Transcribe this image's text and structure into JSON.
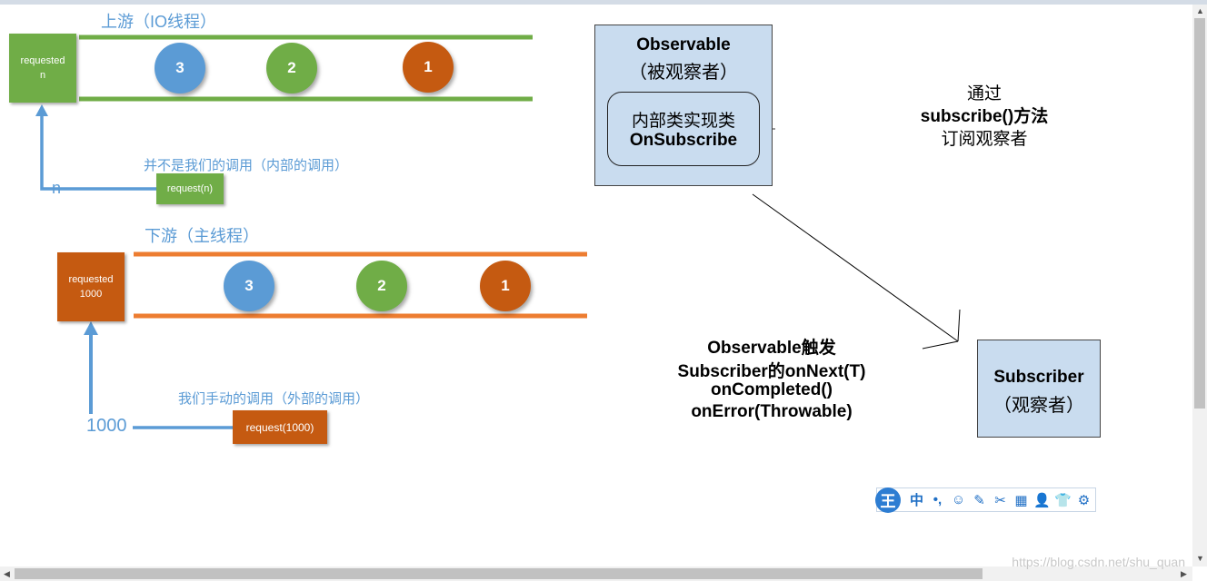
{
  "upstream": {
    "title": "上游（IO线程）",
    "requested_box": "requested\nn",
    "items": [
      "3",
      "2",
      "1"
    ],
    "note": "并不是我们的调用（内部的调用）",
    "request_label": "request(n)",
    "axis_value": "n"
  },
  "downstream": {
    "title": "下游（主线程）",
    "requested_box": "requested\n1000",
    "items": [
      "3",
      "2",
      "1"
    ],
    "note": "我们手动的调用（外部的调用）",
    "request_label": "request(1000)",
    "axis_value": "1000"
  },
  "observable": {
    "title": "Observable",
    "subtitle": "（被观察者）",
    "inner_line1": "内部类实现类",
    "inner_line2": "OnSubscribe"
  },
  "subscribe_text": {
    "line1": "通过",
    "line2": "subscribe()方法",
    "line3": "订阅观察者"
  },
  "trigger_text": {
    "line1": "Observable触发",
    "line2": "Subscriber的onNext(T)",
    "line3": "onCompleted()",
    "line4": "onError(Throwable)"
  },
  "subscriber": {
    "title": "Subscriber",
    "subtitle": "（观察者）"
  },
  "toolbar": {
    "logo": "王",
    "icons": [
      "中",
      "•,",
      "☺",
      "✎",
      "✂",
      "▦",
      "👤",
      "👕",
      "⚙"
    ],
    "icon_names": [
      "chinese-mode-icon",
      "punctuation-icon",
      "emoji-icon",
      "handwriting-icon",
      "scissors-icon",
      "keyboard-icon",
      "user-icon",
      "skin-icon",
      "settings-icon"
    ]
  },
  "watermark": "https://blog.csdn.net/shu_quan",
  "colors": {
    "blue": "#5b9bd5",
    "green": "#70ad47",
    "orange": "#c55a11",
    "pipe_orange": "#ed7d31",
    "box_blue": "#c9dcef"
  }
}
